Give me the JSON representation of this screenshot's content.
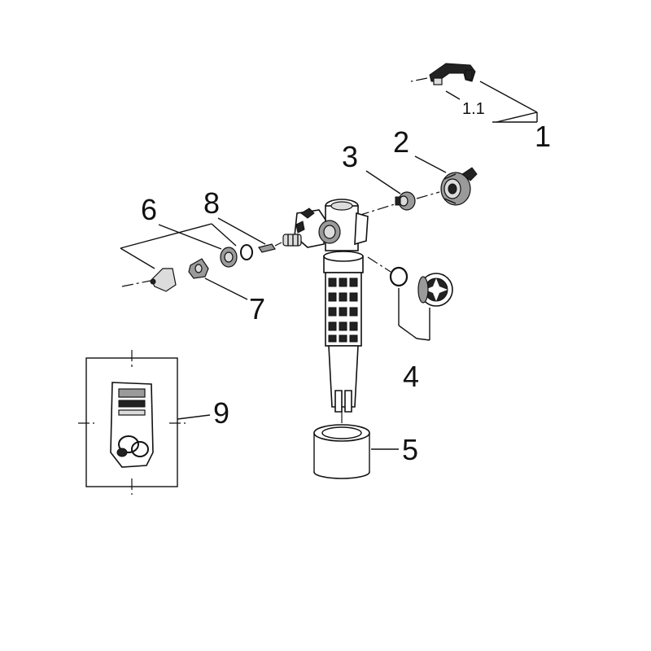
{
  "callouts": {
    "c1": "1",
    "c1_1": "1.1",
    "c2": "2",
    "c3": "3",
    "c4": "4",
    "c5": "5",
    "c6": "6",
    "c7": "7",
    "c8": "8",
    "c9": "9"
  },
  "colors": {
    "ink": "#111111",
    "background": "#ffffff"
  }
}
